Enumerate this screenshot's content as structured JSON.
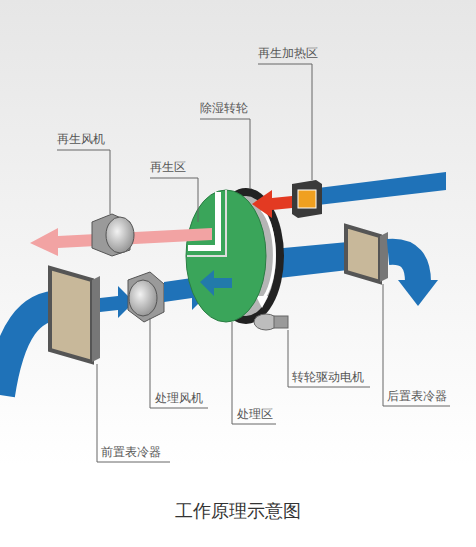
{
  "diagram": {
    "caption": "工作原理示意图",
    "labels": [
      "再生加热区",
      "除湿转轮",
      "再生风机",
      "再生区",
      "处理风机",
      "处理区",
      "转轮驱动电机",
      "后置表冷器",
      "前置表冷器"
    ]
  }
}
